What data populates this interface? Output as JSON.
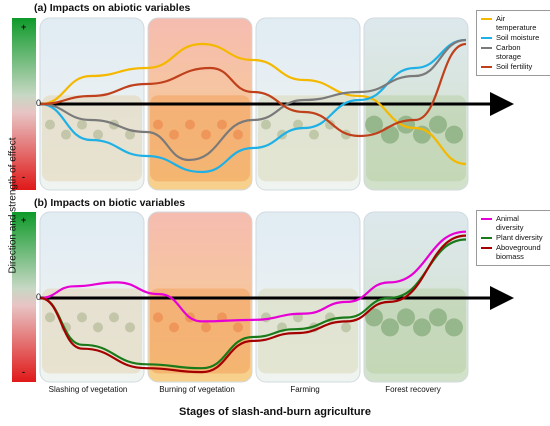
{
  "panel_a_title": "(a) Impacts on abiotic variables",
  "panel_b_title": "(b) Impacts on biotic variables",
  "y_axis_title": "Direction and strength of effect",
  "x_axis_title": "Stages of slash-and-burn agriculture",
  "plus_symbol": "+",
  "minus_symbol": "-",
  "zero_label": "0",
  "stages": [
    "Slashing of vegetation",
    "Burning of vegetation",
    "Farming",
    "Forest recovery"
  ],
  "colors": {
    "air_temperature": "#f5b800",
    "soil_moisture": "#1fb0e6",
    "carbon_storage": "#7a7a7a",
    "soil_fertility": "#c0401c",
    "animal_diversity": "#e600d6",
    "plant_diversity": "#1a7a1a",
    "aboveground_biomass": "#a50000"
  },
  "legend_a": [
    {
      "label": "Air temperature",
      "color": "#f5b800"
    },
    {
      "label": "Soil moisture",
      "color": "#1fb0e6"
    },
    {
      "label": "Carbon storage",
      "color": "#7a7a7a"
    },
    {
      "label": "Soil fertility",
      "color": "#c0401c"
    }
  ],
  "legend_b": [
    {
      "label": "Animal diversity",
      "color": "#e600d6"
    },
    {
      "label": "Plant diversity",
      "color": "#1a7a1a"
    },
    {
      "label": "Aboveground\nbiomass",
      "color": "#a50000"
    }
  ],
  "chart_data": [
    {
      "type": "line",
      "panel": "a",
      "x": [
        "Slashing of vegetation",
        "Burning of vegetation",
        "Farming",
        "Forest recovery"
      ],
      "ylim": [
        -1,
        1
      ],
      "series": [
        {
          "name": "Air temperature",
          "curve": [
            [
              0,
              0
            ],
            [
              0.12,
              0.35
            ],
            [
              0.25,
              0.45
            ],
            [
              0.38,
              0.75
            ],
            [
              0.5,
              0.55
            ],
            [
              0.62,
              0.3
            ],
            [
              0.75,
              0.1
            ],
            [
              0.88,
              -0.3
            ],
            [
              1,
              -0.75
            ]
          ]
        },
        {
          "name": "Soil moisture",
          "curve": [
            [
              0,
              0
            ],
            [
              0.12,
              -0.45
            ],
            [
              0.25,
              -0.65
            ],
            [
              0.38,
              -0.85
            ],
            [
              0.5,
              -0.55
            ],
            [
              0.62,
              -0.3
            ],
            [
              0.75,
              0.05
            ],
            [
              0.88,
              0.45
            ],
            [
              1,
              0.8
            ]
          ]
        },
        {
          "name": "Carbon storage",
          "curve": [
            [
              0,
              0
            ],
            [
              0.12,
              -0.2
            ],
            [
              0.25,
              -0.35
            ],
            [
              0.35,
              -0.7
            ],
            [
              0.5,
              -0.2
            ],
            [
              0.62,
              0.05
            ],
            [
              0.75,
              0.15
            ],
            [
              0.88,
              0.35
            ],
            [
              1,
              0.8
            ]
          ]
        },
        {
          "name": "Soil fertility",
          "curve": [
            [
              0,
              0
            ],
            [
              0.12,
              0.1
            ],
            [
              0.25,
              0.25
            ],
            [
              0.4,
              0.45
            ],
            [
              0.5,
              0.15
            ],
            [
              0.62,
              -0.1
            ],
            [
              0.75,
              -0.4
            ],
            [
              0.88,
              -0.2
            ],
            [
              1,
              0.75
            ]
          ]
        }
      ]
    },
    {
      "type": "line",
      "panel": "b",
      "x": [
        "Slashing of vegetation",
        "Burning of vegetation",
        "Farming",
        "Forest recovery"
      ],
      "ylim": [
        -1,
        1
      ],
      "series": [
        {
          "name": "Animal diversity",
          "curve": [
            [
              0,
              0
            ],
            [
              0.08,
              0.15
            ],
            [
              0.18,
              0.2
            ],
            [
              0.28,
              0.05
            ],
            [
              0.38,
              -0.3
            ],
            [
              0.5,
              -0.28
            ],
            [
              0.62,
              -0.2
            ],
            [
              0.72,
              -0.05
            ],
            [
              0.82,
              0.2
            ],
            [
              1,
              0.85
            ]
          ]
        },
        {
          "name": "Plant diversity",
          "curve": [
            [
              0,
              0
            ],
            [
              0.1,
              -0.6
            ],
            [
              0.25,
              -0.85
            ],
            [
              0.38,
              -0.9
            ],
            [
              0.5,
              -0.5
            ],
            [
              0.6,
              -0.4
            ],
            [
              0.72,
              -0.25
            ],
            [
              0.82,
              0.0
            ],
            [
              1,
              0.75
            ]
          ]
        },
        {
          "name": "Aboveground biomass",
          "curve": [
            [
              0,
              0
            ],
            [
              0.1,
              -0.65
            ],
            [
              0.25,
              -0.9
            ],
            [
              0.38,
              -0.95
            ],
            [
              0.5,
              -0.55
            ],
            [
              0.6,
              -0.45
            ],
            [
              0.72,
              -0.3
            ],
            [
              0.82,
              -0.05
            ],
            [
              1,
              0.8
            ]
          ]
        }
      ]
    }
  ]
}
